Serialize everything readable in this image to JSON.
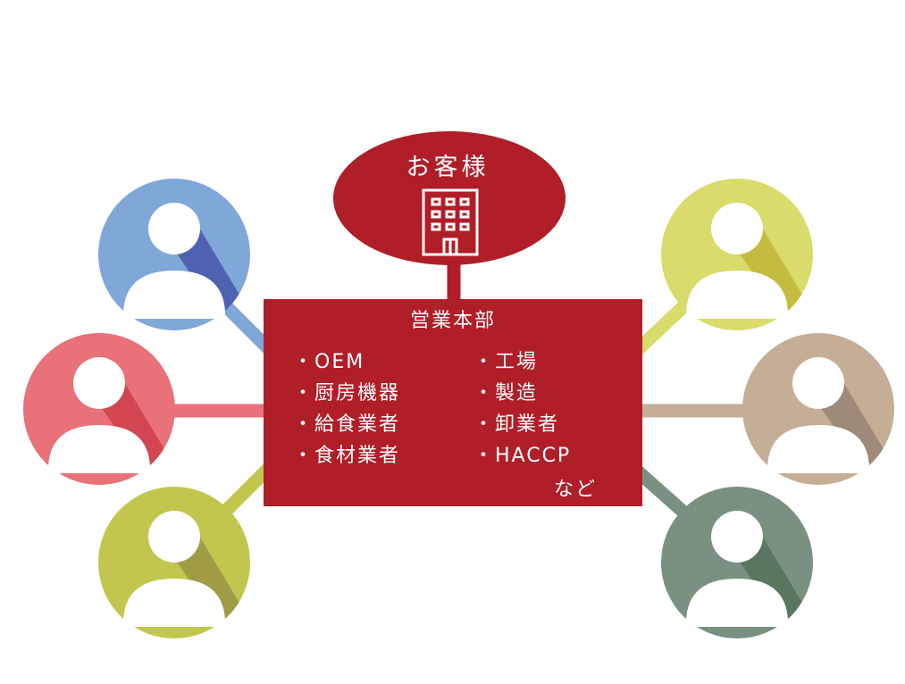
{
  "customer": {
    "label": "お客様",
    "color": "#B01E28",
    "icon": "building-icon"
  },
  "hq": {
    "title": "営業本部",
    "color": "#B01E28",
    "left_items": [
      "・OEM",
      "・厨房機器",
      "・給食業者",
      "・食材業者"
    ],
    "right_items": [
      "・工場",
      "・製造",
      "・卸業者",
      "・HACCP"
    ],
    "footer": "など"
  },
  "people": [
    {
      "id": "blue",
      "color": "#7FA7D8",
      "shadow": "#4F62B0",
      "icon": "person-icon"
    },
    {
      "id": "red",
      "color": "#E8717A",
      "shadow": "#D24650",
      "icon": "person-icon"
    },
    {
      "id": "green",
      "color": "#C3C64E",
      "shadow": "#A09C46",
      "icon": "person-icon"
    },
    {
      "id": "yellow",
      "color": "#D9DB6A",
      "shadow": "#C4BC3E",
      "icon": "person-icon"
    },
    {
      "id": "tan",
      "color": "#C5AE96",
      "shadow": "#9E8A78",
      "icon": "person-icon"
    },
    {
      "id": "gray",
      "color": "#7A9181",
      "shadow": "#58775E",
      "icon": "person-icon"
    }
  ]
}
